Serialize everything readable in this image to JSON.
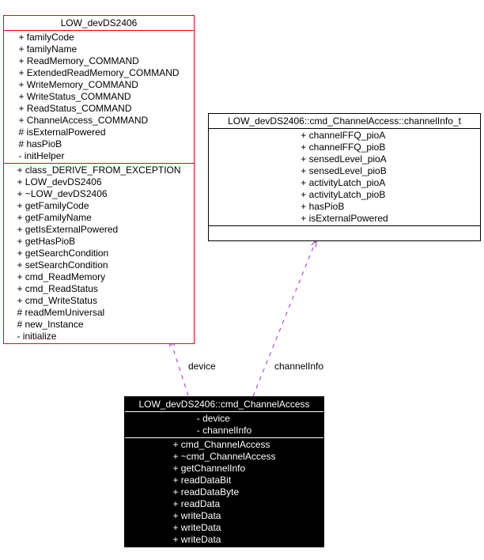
{
  "diagram": {
    "background_color": "#ffffff",
    "arrow_color": "#9a32cd",
    "text_color": "#000000"
  },
  "classes": [
    {
      "id": "LOW_devDS2406",
      "title": "LOW_devDS2406",
      "border_color": "#ff0000",
      "background_color": "#ffffff",
      "text_color": "#000000",
      "attributes": [
        "+ familyCode",
        "+ familyName",
        "+ ReadMemory_COMMAND",
        "+ ExtendedReadMemory_COMMAND",
        "+ WriteMemory_COMMAND",
        "+ WriteStatus_COMMAND",
        "+ ReadStatus_COMMAND",
        "+ ChannelAccess_COMMAND",
        "# isExternalPowered",
        "# hasPioB",
        "- initHelper"
      ],
      "methods": [
        "+ class_DERIVE_FROM_EXCEPTION",
        "+ LOW_devDS2406",
        "+ ~LOW_devDS2406",
        "+ getFamilyCode",
        "+ getFamilyName",
        "+ getIsExternalPowered",
        "+ getHasPioB",
        "+ getSearchCondition",
        "+ setSearchCondition",
        "+ cmd_ReadMemory",
        "+ cmd_ReadStatus",
        "+ cmd_WriteStatus",
        "# readMemUniversal",
        "# new_Instance",
        "- initialize"
      ]
    },
    {
      "id": "channelInfo_t",
      "title": "LOW_devDS2406::cmd_ChannelAccess::channelInfo_t",
      "border_color": "#000000",
      "background_color": "#ffffff",
      "text_color": "#000000",
      "attributes": [
        "+ channelFFQ_pioA",
        "+ channelFFQ_pioB",
        "+ sensedLevel_pioA",
        "+ sensedLevel_pioB",
        "+ activityLatch_pioA",
        "+ activityLatch_pioB",
        "+ hasPioB",
        "+ isExternalPowered"
      ],
      "methods": []
    },
    {
      "id": "cmd_ChannelAccess",
      "title": "LOW_devDS2406::cmd_ChannelAccess",
      "border_color": "#000000",
      "background_color": "#000000",
      "text_color": "#ffffff",
      "attributes": [
        "- device",
        "- channelInfo"
      ],
      "methods": [
        "+ cmd_ChannelAccess",
        "+ ~cmd_ChannelAccess",
        "+ getChannelInfo",
        "+ readDataBit",
        "+ readDataByte",
        "+ readData",
        "+ writeData",
        "+ writeData",
        "+ writeData"
      ]
    }
  ],
  "edges": [
    {
      "label": "device",
      "from": "cmd_ChannelAccess",
      "to": "LOW_devDS2406",
      "style": "dashed",
      "color": "#9a32cd"
    },
    {
      "label": "channelInfo",
      "from": "cmd_ChannelAccess",
      "to": "channelInfo_t",
      "style": "dashed",
      "color": "#9a32cd"
    }
  ]
}
